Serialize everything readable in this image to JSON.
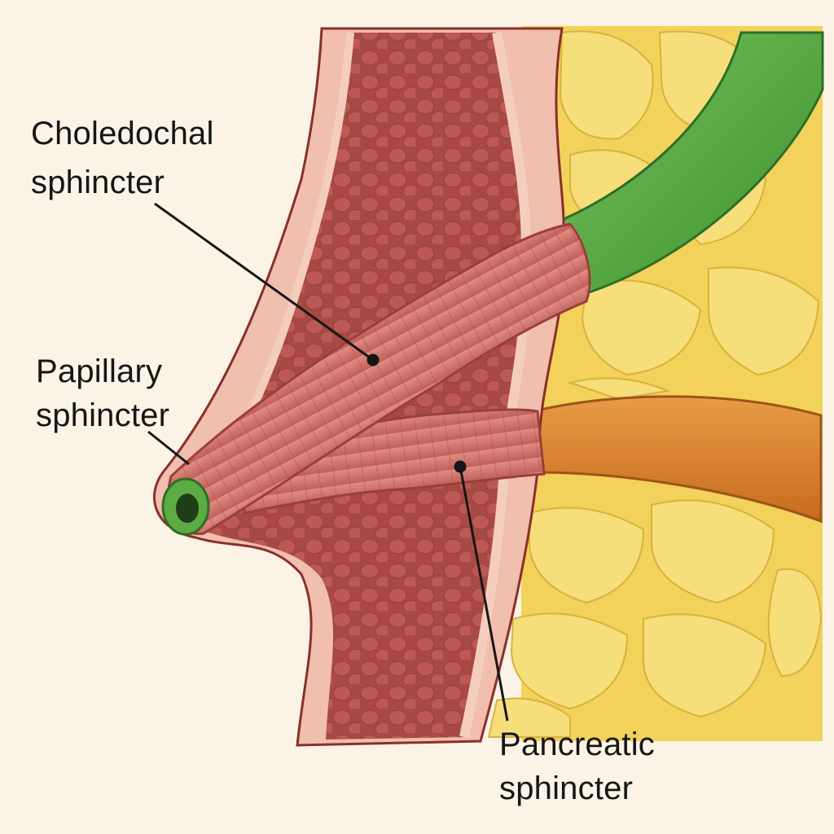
{
  "labels": {
    "choledochal": {
      "line1": "Choledochal",
      "line2": "sphincter"
    },
    "papillary": {
      "line1": "Papillary",
      "line2": "sphincter"
    },
    "pancreatic": {
      "line1": "Pancreatic",
      "line2": "sphincter"
    }
  },
  "colors": {
    "background": "#fbf4e6",
    "pancreas_tissue": "#f2d25a",
    "duodenal_wall": "#a84a44",
    "mucosa_pink": "#f0bfae",
    "sphincter_muscle": "#d67a72",
    "bile_duct": "#5cab43",
    "pancreatic_duct": "#d97f2a",
    "leader_line": "#161616"
  }
}
